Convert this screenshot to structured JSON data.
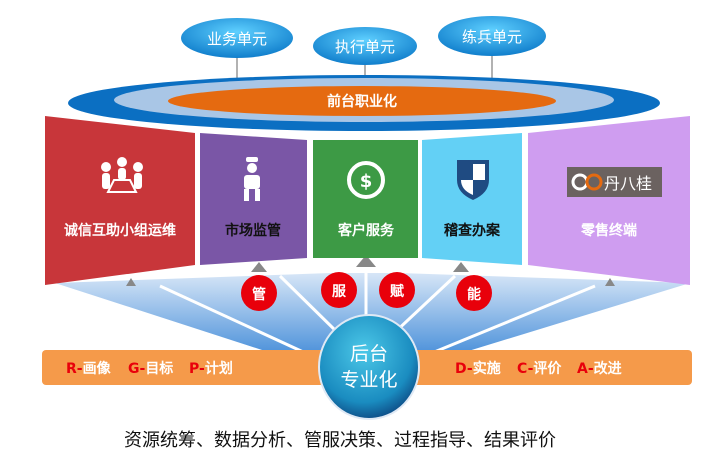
{
  "top_units": [
    "业务单元",
    "执行单元",
    "练兵单元"
  ],
  "front_title": "前台职业化",
  "panels": [
    {
      "label": "诚信互助小组运维",
      "icon": "meeting-icon",
      "color": "#c8363a"
    },
    {
      "label": "市场监管",
      "icon": "inspector-icon",
      "color": "#7a56a6"
    },
    {
      "label": "客户服务",
      "icon": "money-service-icon",
      "color": "#3d9a45"
    },
    {
      "label": "稽查办案",
      "icon": "shield-icon",
      "color": "#63d0f5"
    },
    {
      "label": "零售终端",
      "icon": "brand-logo-icon",
      "color": "#cf9df0"
    }
  ],
  "brand_logo_text": "丹八桂",
  "empower": [
    "管",
    "服",
    "赋",
    "能"
  ],
  "back_title_line1": "后台",
  "back_title_line2": "专业化",
  "cycle_left": [
    {
      "letter": "R-",
      "text": "画像"
    },
    {
      "letter": "G-",
      "text": "目标"
    },
    {
      "letter": "P-",
      "text": "计划"
    }
  ],
  "cycle_right": [
    {
      "letter": "D-",
      "text": "实施"
    },
    {
      "letter": "C-",
      "text": "评价"
    },
    {
      "letter": "A-",
      "text": "改进"
    }
  ],
  "bottom_caption": "资源统筹、数据分析、管服决策、过程指导、结果评价"
}
